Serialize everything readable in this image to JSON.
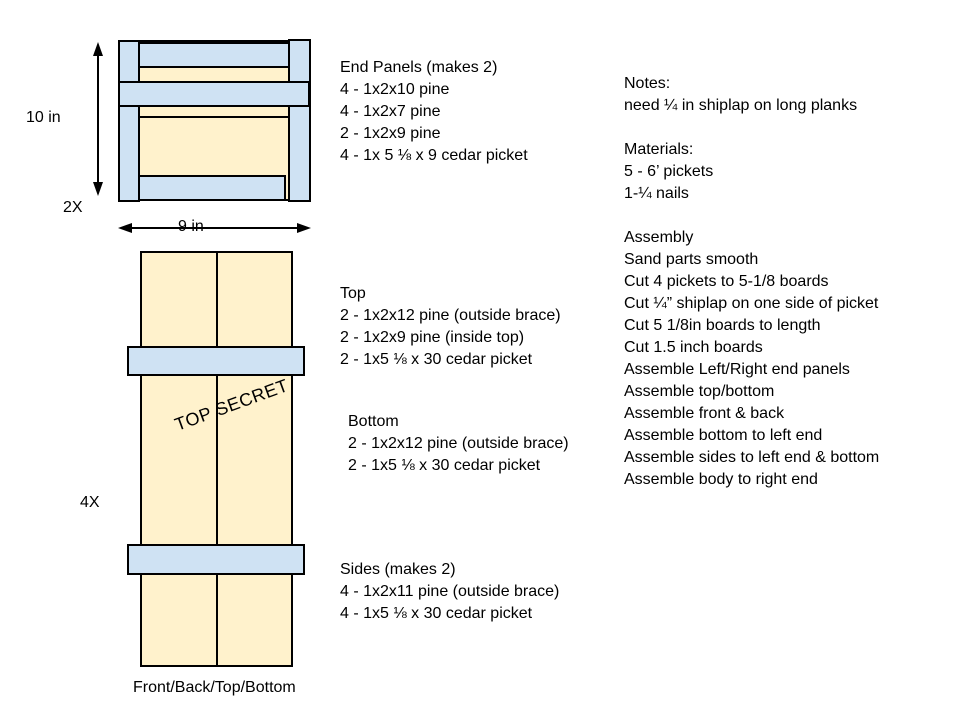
{
  "colors": {
    "pine": "#cfe2f3",
    "cedar": "#fff2cc",
    "outline": "#000000"
  },
  "end_panel_diagram": {
    "height_label": "10 in",
    "width_label": "9 in",
    "quantity_label": "2X"
  },
  "long_panel_diagram": {
    "quantity_label": "4X",
    "caption": "Front/Back/Top/Bottom",
    "watermark": "TOP SECRET"
  },
  "parts": {
    "end_panels": {
      "title": "End Panels (makes 2)",
      "items": [
        "4 - 1x2x10 pine",
        "4 - 1x2x7 pine",
        "2 - 1x2x9 pine",
        "4 - 1x 5 ⅛ x 9 cedar picket"
      ]
    },
    "top": {
      "title": "Top",
      "items": [
        "2 - 1x2x12 pine (outside brace)",
        "2 - 1x2x9 pine (inside top)",
        "2 - 1x5 ⅛ x 30 cedar picket"
      ]
    },
    "bottom": {
      "title": "Bottom",
      "items": [
        "2 - 1x2x12 pine (outside brace)",
        "2 - 1x5 ⅛ x 30 cedar picket"
      ]
    },
    "sides": {
      "title": "Sides (makes 2)",
      "items": [
        "4 - 1x2x11 pine (outside brace)",
        "4 - 1x5 ⅛ x 30 cedar picket"
      ]
    }
  },
  "notes": {
    "title": "Notes:",
    "items": [
      "need ¼ in shiplap on long planks"
    ]
  },
  "materials": {
    "title": "Materials:",
    "items": [
      "5 - 6’ pickets",
      "1-¼ nails"
    ]
  },
  "assembly": {
    "title": "Assembly",
    "steps": [
      "Sand parts smooth",
      "Cut 4 pickets to 5-1/8 boards",
      "Cut ¼” shiplap on one side of picket",
      "Cut 5 1/8in boards to length",
      "Cut 1.5 inch boards",
      "Assemble Left/Right end panels",
      "Assemble top/bottom",
      "Assemble front & back",
      "Assemble bottom to left end",
      "Assemble sides to left end & bottom",
      "Assemble body to right end"
    ]
  }
}
